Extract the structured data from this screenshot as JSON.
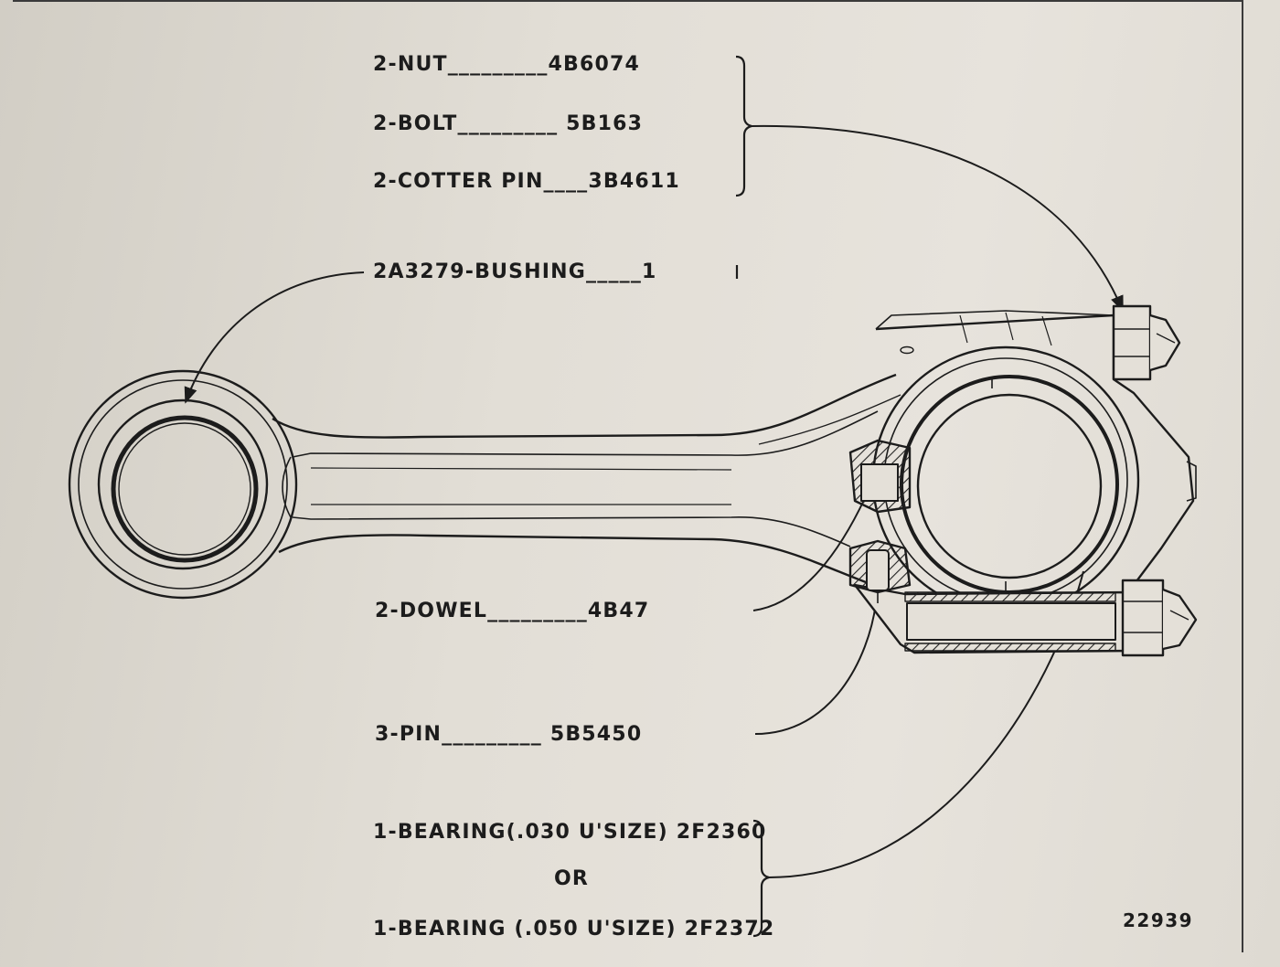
{
  "callouts": {
    "nut": "2-NUT_________4B6074",
    "bolt": "2-BOLT_________ 5B163",
    "cotter_pin": "2-COTTER PIN____3B4611",
    "bushing": "2A3279-BUSHING_____1",
    "dowel": "2-DOWEL_________4B47",
    "pin": "3-PIN_________ 5B5450",
    "bearing_030": "1-BEARING(.030 U'SIZE) 2F2360",
    "or": "OR",
    "bearing_050": "1-BEARING (.050 U'SIZE) 2F2372"
  },
  "figure_number": "22939"
}
